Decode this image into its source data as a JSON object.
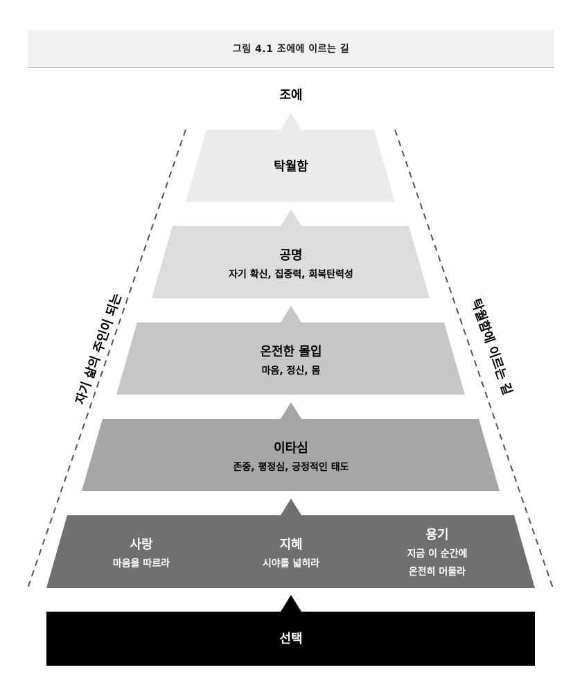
{
  "caption": "그림 4.1 조에에 이르는 길",
  "top_label": "조에",
  "left_side_label": "자기 삶의 주인이 되는",
  "right_side_label": "탁월함에 이르는 길",
  "tiers": [
    {
      "title": "탁월함",
      "subtitle": "",
      "fill": "#ebebeb",
      "text_color": "#1a1a1a"
    },
    {
      "title": "공명",
      "subtitle": "자기 확신, 집중력, 회복탄력성",
      "fill": "#dcdcdc",
      "text_color": "#1a1a1a"
    },
    {
      "title": "온전한 몰입",
      "subtitle": "마음, 정신, 몸",
      "fill": "#c6c6c6",
      "text_color": "#1a1a1a"
    },
    {
      "title": "이타심",
      "subtitle": "존중, 평정심, 긍정적인 태도",
      "fill": "#a6a6a6",
      "text_color": "#1a1a1a"
    }
  ],
  "base_tier": {
    "fill": "#707070",
    "text_color": "#ffffff",
    "columns": [
      {
        "title": "사랑",
        "lines": [
          "마음을 따르라"
        ]
      },
      {
        "title": "지혜",
        "lines": [
          "시야를 넓히라"
        ]
      },
      {
        "title": "용기",
        "lines": [
          "지금 이 순간에",
          "온전히 머물라"
        ]
      }
    ]
  },
  "foundation": {
    "label": "선택",
    "fill": "#000000",
    "text_color": "#ffffff"
  }
}
